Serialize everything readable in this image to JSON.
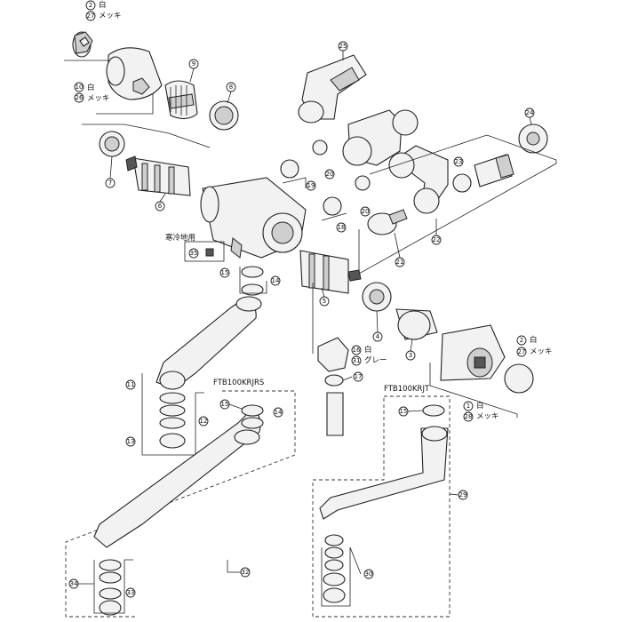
{
  "callouts": [
    {
      "num": "1",
      "text": "白"
    },
    {
      "num": "2",
      "text": "白"
    },
    {
      "num": "3",
      "text": ""
    },
    {
      "num": "4",
      "text": ""
    },
    {
      "num": "5",
      "text": ""
    },
    {
      "num": "6",
      "text": ""
    },
    {
      "num": "7",
      "text": ""
    },
    {
      "num": "8",
      "text": ""
    },
    {
      "num": "9",
      "text": ""
    },
    {
      "num": "10",
      "text": "白"
    },
    {
      "num": "11",
      "text": ""
    },
    {
      "num": "12",
      "text": ""
    },
    {
      "num": "13",
      "text": ""
    },
    {
      "num": "14",
      "text": ""
    },
    {
      "num": "15",
      "text": ""
    },
    {
      "num": "16",
      "text": "白"
    },
    {
      "num": "17",
      "text": ""
    },
    {
      "num": "18",
      "text": ""
    },
    {
      "num": "19",
      "text": ""
    },
    {
      "num": "20",
      "text": ""
    },
    {
      "num": "21",
      "text": ""
    },
    {
      "num": "22",
      "text": ""
    },
    {
      "num": "23",
      "text": ""
    },
    {
      "num": "24",
      "text": ""
    },
    {
      "num": "25",
      "text": ""
    },
    {
      "num": "26",
      "text": "メッキ"
    },
    {
      "num": "27",
      "text": "メッキ"
    },
    {
      "num": "28",
      "text": "メッキ"
    },
    {
      "num": "29",
      "text": ""
    },
    {
      "num": "30",
      "text": ""
    },
    {
      "num": "31",
      "text": "グレー"
    },
    {
      "num": "32",
      "text": ""
    },
    {
      "num": "33",
      "text": ""
    },
    {
      "num": "34",
      "text": ""
    },
    {
      "num": "35",
      "text": ""
    }
  ],
  "labels": {
    "cold_region": "寒冷地用",
    "model_jrs": "FTB100KRJRS",
    "model_jt": "FTB100KRJT"
  }
}
